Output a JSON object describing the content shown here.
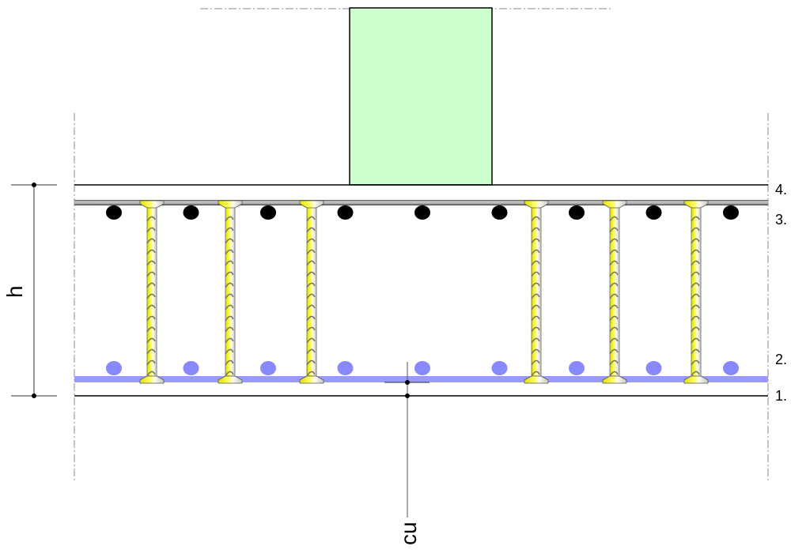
{
  "dimensions": {
    "height_label": "h",
    "offset_label": "cu"
  },
  "layer_labels": [
    "1.",
    "2.",
    "3.",
    "4."
  ],
  "colors": {
    "column": "#ccffcc",
    "top_bars": "#000000",
    "bottom_bars": "#8888ff",
    "bottom_plate": "#9999ff",
    "screw": "#ffff55",
    "top_plate": "#a0a0a0"
  },
  "top_bar_count": 9,
  "bottom_bar_count": 9,
  "screw_count": 6
}
